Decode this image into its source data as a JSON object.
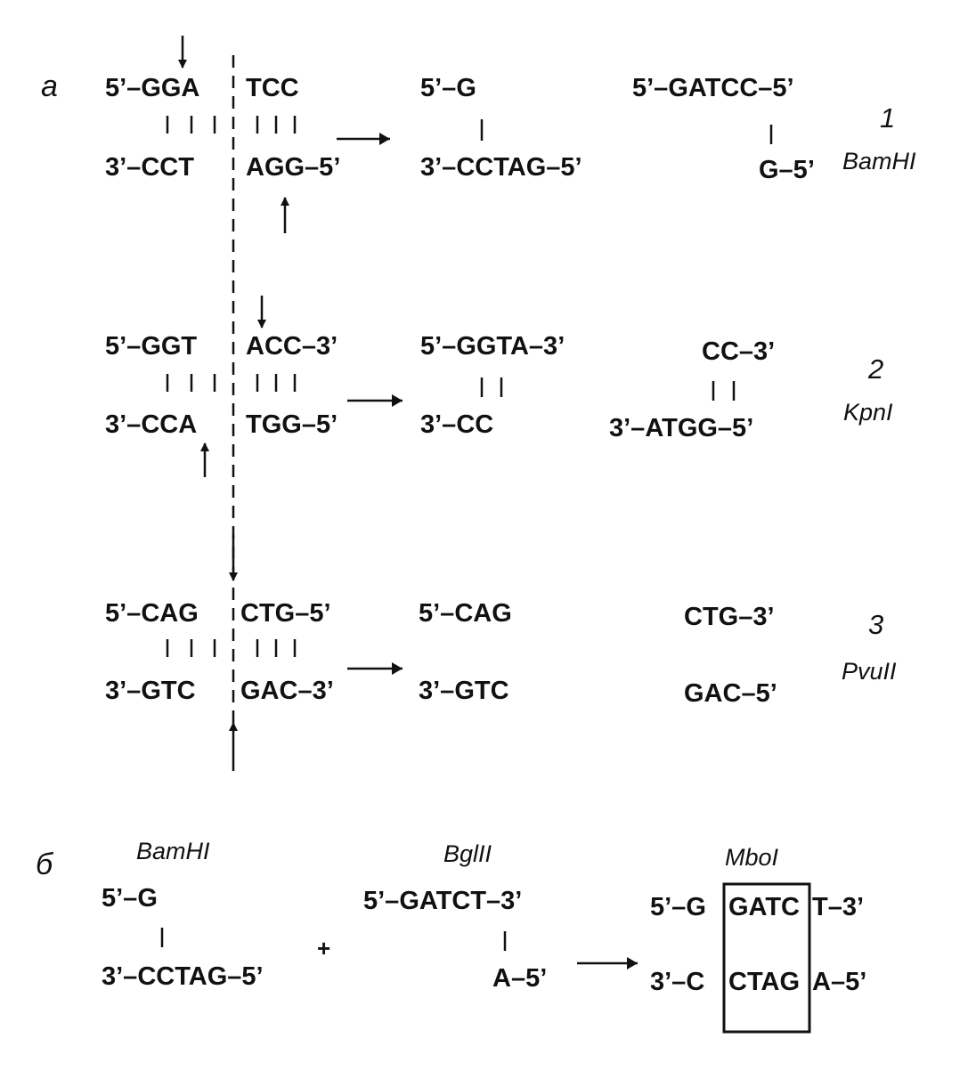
{
  "section_a_label": "a",
  "section_b_label": "б",
  "panels": [
    {
      "number": "1",
      "enzyme": "BamHI",
      "site_top_left": "5’–GGA",
      "site_top_right": "TCC",
      "site_bottom_left": "3’–CCT",
      "site_bottom_right": "AGG–5’",
      "frag1_top": "5’–G",
      "frag1_bottom": "3’–CCTAG–5’",
      "frag2_top": "5’–GATCC–5’",
      "frag2_bottom": "G–5’"
    },
    {
      "number": "2",
      "enzyme": "KpnI",
      "site_top_left": "5’–GGT",
      "site_top_right": "ACC–3’",
      "site_bottom_left": "3’–CCA",
      "site_bottom_right": "TGG–5’",
      "frag1_top": "5’–GGTA–3’",
      "frag1_bottom": "3’–CC",
      "frag2_top": "CC–3’",
      "frag2_bottom": "3’–ATGG–5’"
    },
    {
      "number": "3",
      "enzyme": "PvuII",
      "site_top_left": "5’–CAG",
      "site_top_right": "CTG–5’",
      "site_bottom_left": "3’–GTC",
      "site_bottom_right": "GAC–3’",
      "frag1_top": "5’–CAG",
      "frag1_bottom": "3’–GTC",
      "frag2_top": "CTG–3’",
      "frag2_bottom": "GAC–5’"
    }
  ],
  "ligation": {
    "left_enzyme": "BamHI",
    "left_top": "5’–G",
    "left_bottom": "3’–CCTAG–5’",
    "plus": "+",
    "mid_enzyme": "BglII",
    "mid_top": "5’–GATCT–3’",
    "mid_bottom": "A–5’",
    "right_enzyme": "MboI",
    "right_top_left": "5’–G",
    "right_top_box": "GATC",
    "right_top_right": "T–3’",
    "right_bottom_left": "3’–C",
    "right_bottom_box": "CTAG",
    "right_bottom_right": "A–5’"
  }
}
